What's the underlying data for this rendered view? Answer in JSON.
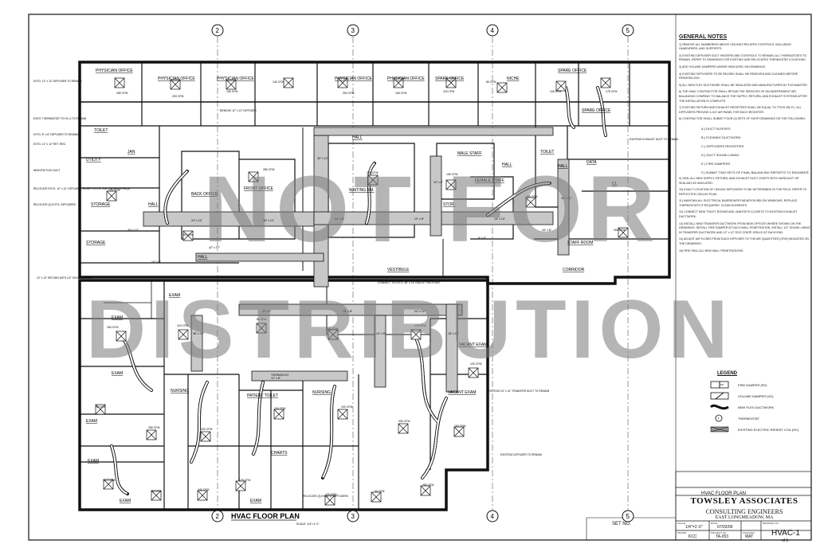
{
  "drawing": {
    "title": "HVAC FLOOR PLAN",
    "scale": "SCALE: 1/4\"=1'-0\"",
    "grid_columns": [
      "2",
      "3",
      "4",
      "5"
    ]
  },
  "watermark": [
    "NOT FOR",
    "DISTRIBUTION"
  ],
  "rooms": [
    "PHYSICIAN OFFICE",
    "PHYSICIAN OFFICE",
    "PHYSICIAN OFFICE",
    "PHYSICIAN OFFICE",
    "PHYSICIAN OFFICE",
    "SPARE OFFICE",
    "SPARE OFFICE",
    "SPARE OFFICE",
    "NICHE",
    "TOILET",
    "UTILITY",
    "JAN",
    "STORAGE",
    "STORAGE",
    "HALL",
    "HALL",
    "HALL",
    "HALL",
    "HALL",
    "BACK OFFICE",
    "FRONT OFFICE",
    "WAITING RM.",
    "MALE STAFF",
    "FEMALE STAFF",
    "STOR.",
    "TOILET",
    "DATA",
    "STAFF ROOM",
    "VESTIBULE",
    "CORRIDOR",
    "EXAM",
    "EXAM",
    "EXAM",
    "EXAM",
    "EXAM",
    "EXAM",
    "EXAM",
    "NURSING",
    "NURSING",
    "PATIENT TOILET",
    "CHARTS",
    "VACANT EXAM",
    "VACANT EXAM",
    "CL"
  ],
  "annotations": [
    "EXTG. 12\" x 12\" DIFFUSER TO REMAIN",
    "EXIST. THERMOSTAT TO HC-4 TO REMAIN",
    "EXTG. 8\" x 8\" DIFFUSER TO REMAIN",
    "EXTG. 12\" x 12\" RET. REG.",
    "NEW 8\"Ø FLEX DUCT",
    "RELOCATE EXTG. 12\" x 12\" DIFFUSER, MODIFY EXTG. DUCTWORK AS REQD.",
    "RELOCATE (2) EXTG. DIFFUSERS",
    "CONNECT TO EXTG. 36\" x 14\" RAD AT THIS POINT",
    "EXISTING 24\" x 14\" TRANSFER DUCT TO REMAIN",
    "RELOCATE (3) EXTG. 8\" DIFFUSERS",
    "EXISTING DIFFUSER TO REMAIN",
    "EXISTING EXHAUST DUCT TO REMAIN",
    "THERMOSTAT",
    "REMOVE 12\" x 12\" DIFFUSER",
    "12\" x 12\" RETURN WITH 1/2\" SOUND LINING"
  ],
  "cfm_labels": [
    "280 CFM",
    "200 CFM",
    "150 CFM",
    "100 CFM",
    "300 CFM",
    "160 CFM",
    "115 CFM",
    "80 CFM",
    "240 CFM",
    "175 CFM",
    "120 CFM",
    "90 CFM"
  ],
  "duct_sizes": [
    "24\" x 12\"",
    "36\" x 14\"",
    "14\" x 8\"",
    "12\" x 8\"",
    "18\" x 10\"",
    "30\" x 12\"",
    "10\" x 8\"",
    "42\" x 12\"",
    "8\" x 6\"",
    "16\" x 8\""
  ],
  "general_notes": {
    "heading": "GENERAL NOTES",
    "items": [
      "1) REMOVE ALL NUMBERING ABOVE CEILINGS RELATED CONTROLS, INCLUDING HUMIDIFIERS, AND SUPPORTS.",
      "2) EXISTING DIFFUSER DUCT HEATERS AND CONTROLS TO REMAIN. ALL THERMOSTATS TO REMAIN. REFER TO DRAWINGS FOR EXISTING AND RELOCATED THERMOSTAT LOCATIONS.",
      "3) ADD VOLUME DAMPERS WHERE INDICATED ON DRAWINGS.",
      "4) EXISTING DIFFUSERS TO BE REUSED SHALL BE REMOVED AND CLEANED BEFORE REINSTALLING.",
      "5) ALL NEW FLEX DUCTWORK SHALL BE INSULATED AND MANUFACTURED BY FLEXMASTER.",
      "6) THE HVAC CONTRACTOR SHALL RETAIN THE SERVICES OF AN INDEPENDENT AIR BALANCING COMPANY TO BALANCE THE SUPPLY, RETURN, AND EXHAUST SYSTEMS AFTER THE INSTALLATION IS COMPLETE.",
      "7) EXISTING RETURN AND EXHAUST REGISTERS SHALL BE EQUAL TO TITUS 350 FL. ALL DIFFUSERS PROVIDE 4-3/4\" AIR PANEL FOR EACH REGISTER.",
      "8) CONTRACTOR SHALL SUBMIT FOUR (4) SETS OF SHOP DRAWINGS ON THE FOLLOWING:",
      "9) SEAL ALL NEW SUPPLY, RETURN, AND EXHAUST DUCT JOINTS WITH HARDCAST OR SEALANT AS INDICATED.",
      "10) EXACT LOCATION OF CEILING DIFFUSERS TO BE DETERMINED IN THE FIELD. REFER TO REFLECTED CEILING PLAN.",
      "11) MAINTAIN ALL ELECTRICAL BASEBOARD RADIATION BELOW WINDOWS. REPLACE THERMOSTATS IF REQUIRED. CLEAN ELEMENTS.",
      "12) CONNECT NEW TOILET ROOMS AND JANITOR'S CLOSETS TO EXISTING EXHAUST DUCTWORK.",
      "13) INSTALL NEW TRANSFER DUCTWORK FROM NEW OFFICES WHERE SHOWN ON THE DRAWINGS. INSTALL FIRE DAMPER AT EACH WALL PENETRATION. INSTALL 1/2\" SOUND LINING IN TRANSFER DUCTWORK AND 12\" x 12\" EGG CRATE GRILLE AT EACH END.",
      "14) ADJUST AIR FLOWS FROM EACH DIFFUSER TO THE AIR QUANTITIES (CFM) INDICATED ON THE DRAWINGS.",
      "15) FIRE SEAL ALL NEW WALL PENETRATIONS."
    ],
    "subitems": [
      "A.) DUCT SLEEVES",
      "B.) FLEXIBLE DUCTWORK",
      "C.) DIFFUSERS REGISTERS",
      "D.) DUCT SOUND LINING",
      "E.) FIRE DAMPERS",
      "F.) SUBMIT TWO SETS OF FINAL BALANCING REPORTS TO ENGINEER"
    ]
  },
  "legend": {
    "heading": "LEGEND",
    "items": [
      "FIRE DAMPER (FD)",
      "VOLUME DAMPER (VD)",
      "NEW FLEX DUCTWORK",
      "THERMOSTAT",
      "EXISTING ELECTRIC REHEAT COIL (HC)"
    ]
  },
  "title_block": {
    "sheet_title": "HVAC FLOOR PLAN",
    "firm": "TOWSLEY ASSOCIATES",
    "subtitle": "CONSULTING ENGINEERS",
    "location": "EAST LONGMEADOW, MA",
    "scale_label": "SCALE:",
    "scale": "1/4\"=1'-0\"",
    "date_label": "DATE:",
    "date": "07/02/09",
    "drawn_label": "DRAWN:",
    "drawn": "KCC",
    "project_label": "PROJECT NO.",
    "project": "TA-053",
    "checked_label": "CHECKED:",
    "checked": "MAT",
    "sheet_label": "DRAWING NO.",
    "sheet": "HVAC-1",
    "of": "of 1",
    "set_no": "SET NO."
  },
  "colors": {
    "ink": "#111111",
    "duct_fill": "#c8c8c8",
    "watermark": "#7a7a7a",
    "paper": "#ffffff"
  }
}
